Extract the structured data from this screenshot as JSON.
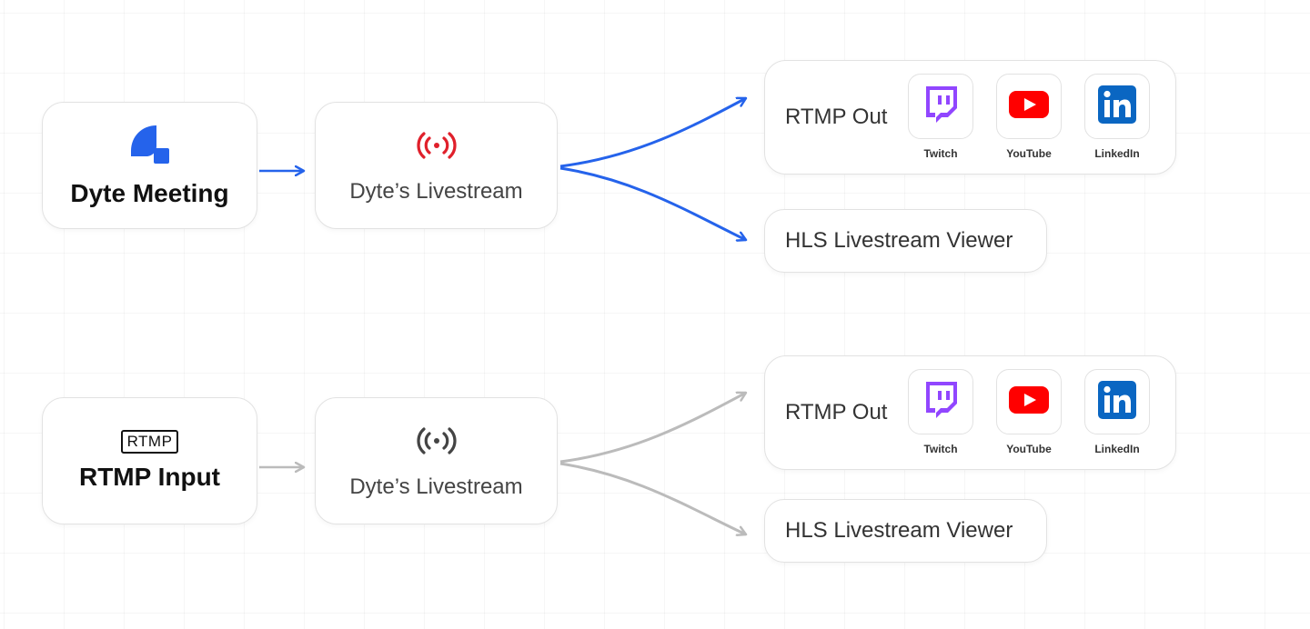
{
  "flows": [
    {
      "source": {
        "title": "Dyte Meeting",
        "icon": "dyte-logo-icon"
      },
      "livestream": {
        "title": "Dyte’s Livestream",
        "icon": "broadcast-icon",
        "icon_color": "#e0202b"
      },
      "arrow_color": "#2563eb",
      "rtmp_out": {
        "label": "RTMP Out",
        "platforms": [
          {
            "name": "Twitch",
            "icon": "twitch-icon"
          },
          {
            "name": "YouTube",
            "icon": "youtube-icon"
          },
          {
            "name": "LinkedIn",
            "icon": "linkedin-icon"
          }
        ]
      },
      "hls": {
        "title": "HLS Livestream Viewer"
      }
    },
    {
      "source": {
        "title": "RTMP Input",
        "icon": "rtmp-badge-icon",
        "badge_text": "RTMP"
      },
      "livestream": {
        "title": "Dyte’s Livestream",
        "icon": "broadcast-icon",
        "icon_color": "#444444"
      },
      "arrow_color": "#bbbbbb",
      "rtmp_out": {
        "label": "RTMP Out",
        "platforms": [
          {
            "name": "Twitch",
            "icon": "twitch-icon"
          },
          {
            "name": "YouTube",
            "icon": "youtube-icon"
          },
          {
            "name": "LinkedIn",
            "icon": "linkedin-icon"
          }
        ]
      },
      "hls": {
        "title": "HLS Livestream Viewer"
      }
    }
  ],
  "colors": {
    "dyte_blue": "#2563eb",
    "twitch_purple": "#9146ff",
    "youtube_red": "#ff0000",
    "linkedin_blue": "#0a66c2"
  }
}
